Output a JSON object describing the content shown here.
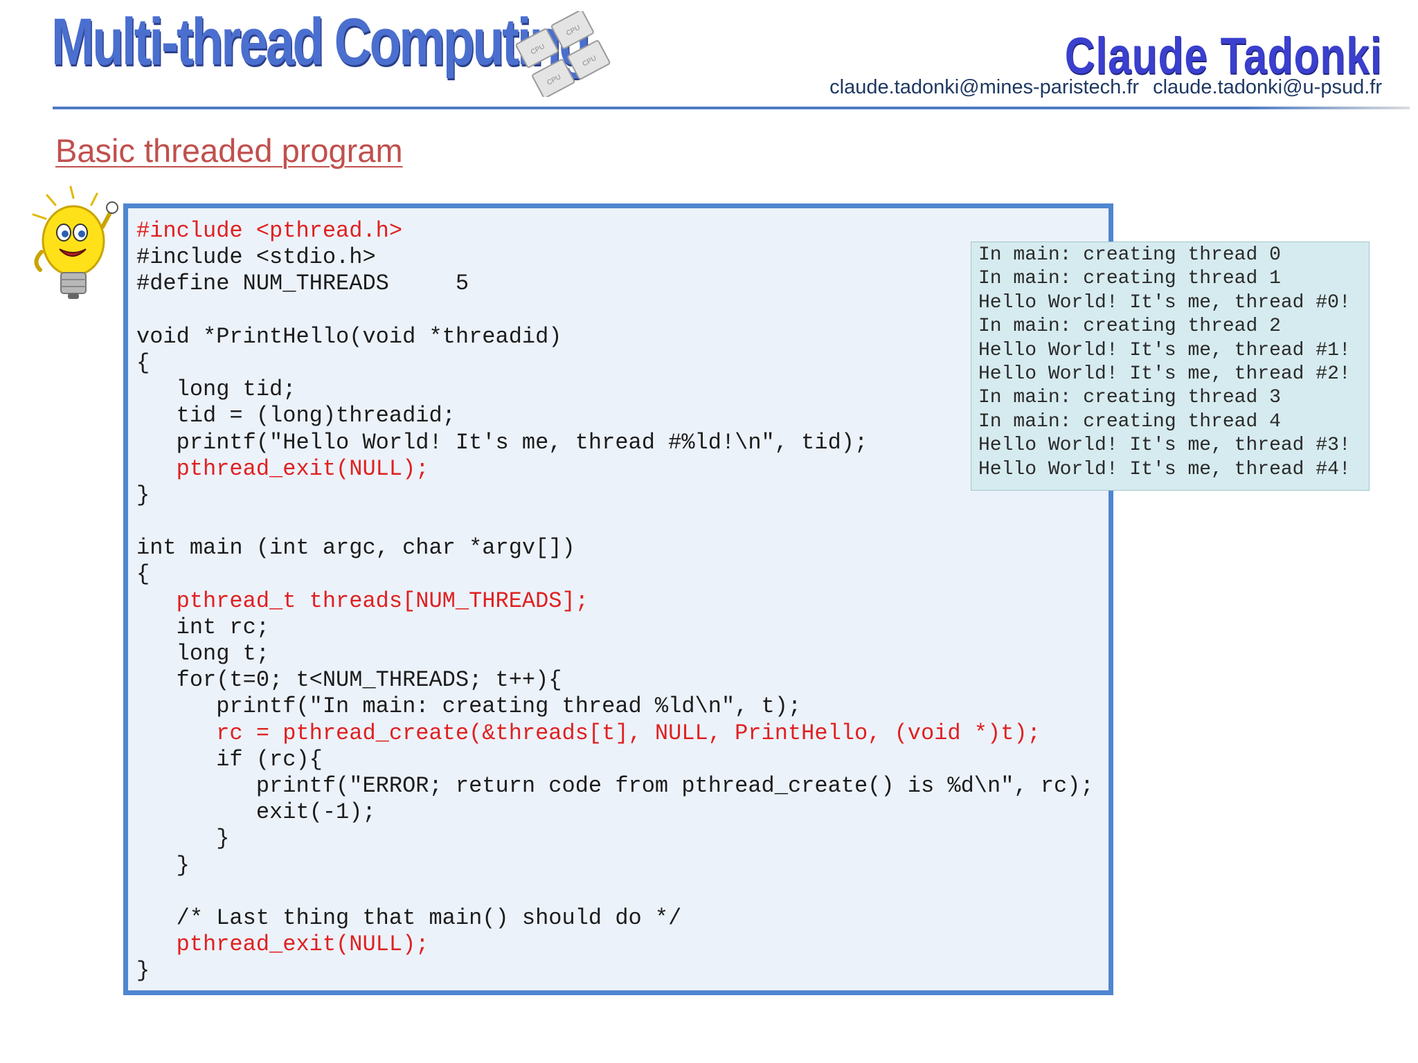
{
  "header": {
    "course_title": "Multi-thread Computing",
    "author_name": "Claude  Tadonki",
    "emails": [
      "claude.tadonki@mines-paristech.fr",
      "claude.tadonki@u-psud.fr"
    ],
    "logo_chip_labels": [
      "CPU",
      "CPU",
      "CPU",
      "CPU"
    ]
  },
  "slide": {
    "title": "Basic threaded program"
  },
  "code": {
    "lines": [
      {
        "text": "#include <pthread.h>",
        "highlight": true
      },
      {
        "text": "#include <stdio.h>",
        "highlight": false
      },
      {
        "text": "#define NUM_THREADS     5",
        "highlight": false
      },
      {
        "text": "",
        "highlight": false
      },
      {
        "text": "void *PrintHello(void *threadid)",
        "highlight": false
      },
      {
        "text": "{",
        "highlight": false
      },
      {
        "text": "   long tid;",
        "highlight": false
      },
      {
        "text": "   tid = (long)threadid;",
        "highlight": false
      },
      {
        "text": "   printf(\"Hello World! It's me, thread #%ld!\\n\", tid);",
        "highlight": false
      },
      {
        "text": "   pthread_exit(NULL);",
        "highlight": true
      },
      {
        "text": "}",
        "highlight": false
      },
      {
        "text": "",
        "highlight": false
      },
      {
        "text": "int main (int argc, char *argv[])",
        "highlight": false
      },
      {
        "text": "{",
        "highlight": false
      },
      {
        "text": "   pthread_t threads[NUM_THREADS];",
        "highlight": true
      },
      {
        "text": "   int rc;",
        "highlight": false
      },
      {
        "text": "   long t;",
        "highlight": false
      },
      {
        "text": "   for(t=0; t<NUM_THREADS; t++){",
        "highlight": false
      },
      {
        "text": "      printf(\"In main: creating thread %ld\\n\", t);",
        "highlight": false
      },
      {
        "text": "      rc = pthread_create(&threads[t], NULL, PrintHello, (void *)t);",
        "highlight": true
      },
      {
        "text": "      if (rc){",
        "highlight": false
      },
      {
        "text": "         printf(\"ERROR; return code from pthread_create() is %d\\n\", rc);",
        "highlight": false
      },
      {
        "text": "         exit(-1);",
        "highlight": false
      },
      {
        "text": "      }",
        "highlight": false
      },
      {
        "text": "   }",
        "highlight": false
      },
      {
        "text": "",
        "highlight": false
      },
      {
        "text": "   /* Last thing that main() should do */",
        "highlight": false
      },
      {
        "text": "   pthread_exit(NULL);",
        "highlight": true
      },
      {
        "text": "}",
        "highlight": false
      }
    ]
  },
  "output": {
    "lines": [
      "In main: creating thread 0",
      "In main: creating thread 1",
      "Hello World! It's me, thread #0!",
      "In main: creating thread 2",
      "Hello World! It's me, thread #1!",
      "Hello World! It's me, thread #2!",
      "In main: creating thread 3",
      "In main: creating thread 4",
      "Hello World! It's me, thread #3!",
      "Hello World! It's me, thread #4!"
    ]
  },
  "colors": {
    "code_highlight": "#e02020",
    "code_border": "#4f86d0",
    "title_red": "#c0504d",
    "header_blue": "#4a6fcf"
  }
}
